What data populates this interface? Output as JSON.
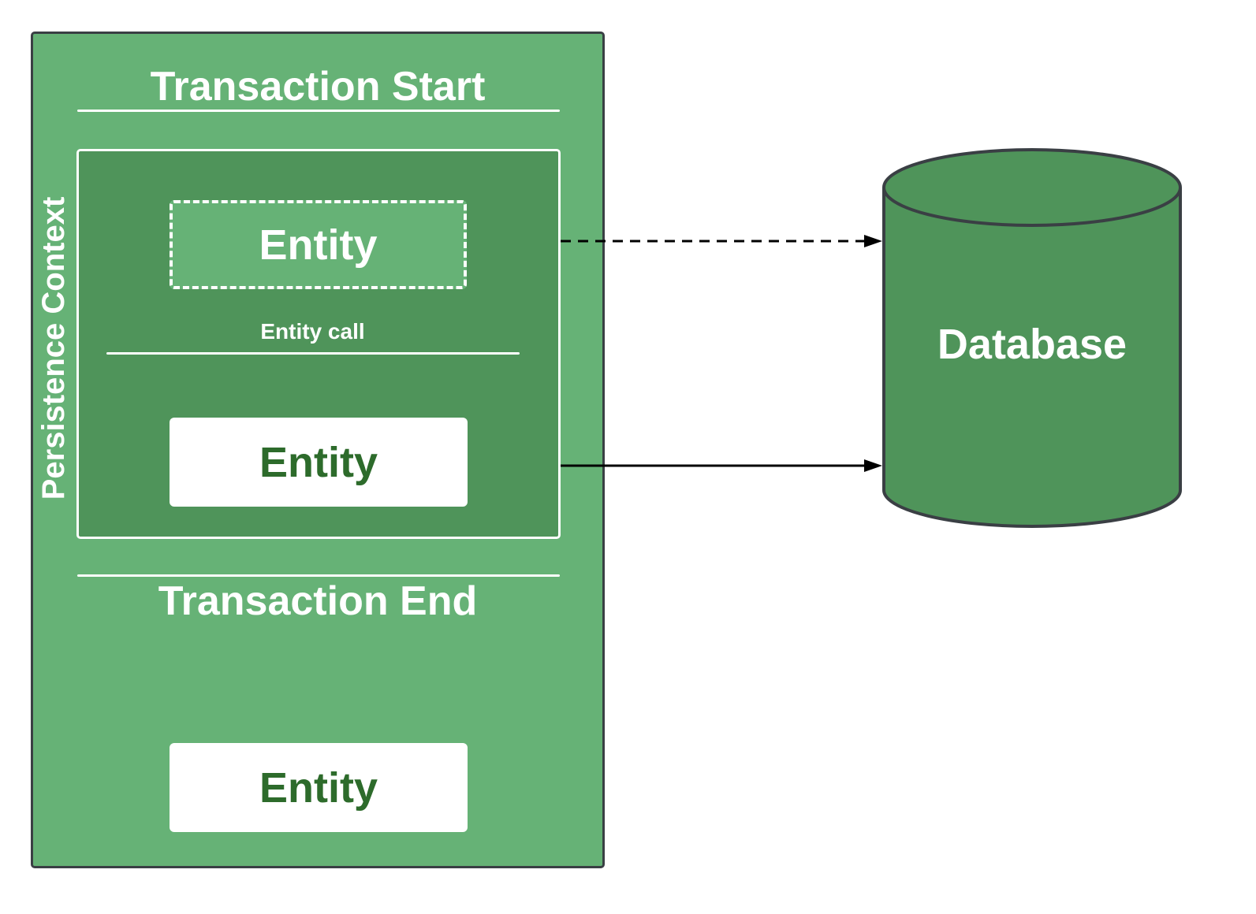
{
  "diagram": {
    "outer_label": "Persistence Context",
    "transaction_start": "Transaction Start",
    "transaction_end": "Transaction End",
    "entity_call": "Entity call",
    "entities": [
      {
        "label": "Entity",
        "style": "dashed"
      },
      {
        "label": "Entity",
        "style": "solid"
      },
      {
        "label": "Entity",
        "style": "solid"
      }
    ],
    "database": "Database"
  },
  "colors": {
    "outer_fill": "#66b276",
    "inner_fill": "#4f945a",
    "database_fill": "#4f945a",
    "entity_text": "#2d6b2b",
    "outline": "#3a3f44"
  }
}
